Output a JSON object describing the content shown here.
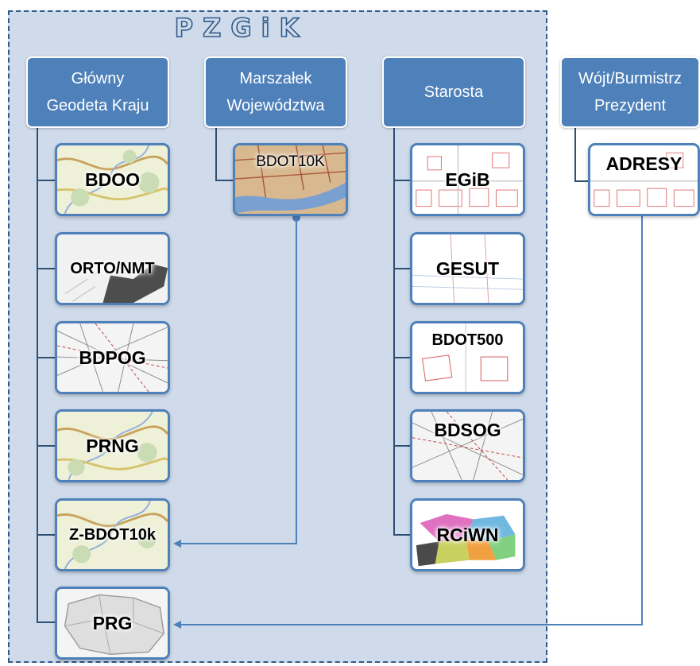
{
  "region": {
    "title": "PZGiK"
  },
  "roles": {
    "gugik": "Główny\nGeodeta Kraju",
    "marszalek": "Marszałek\nWojewództwa",
    "starosta": "Starosta",
    "wojt": "Wójt/Burmistrz\nPrezydent"
  },
  "datasets": {
    "bdoo": "BDOO",
    "orto": "ORTO/NMT",
    "bdpog": "BDPOG",
    "prng": "PRNG",
    "zbdot10k": "Z-BDOT10k",
    "prg": "PRG",
    "bdot10k": "BDOT10K",
    "egib": "EGiB",
    "gesut": "GESUT",
    "bdot500": "BDOT500",
    "bdsog": "BDSOG",
    "rciwn": "RCiWN",
    "adresy": "ADRESY"
  },
  "colors": {
    "region_fill": "#cfdbea",
    "region_border": "#2f5b8a",
    "role_fill": "#4e80ba",
    "connector": "#4e80ba"
  }
}
